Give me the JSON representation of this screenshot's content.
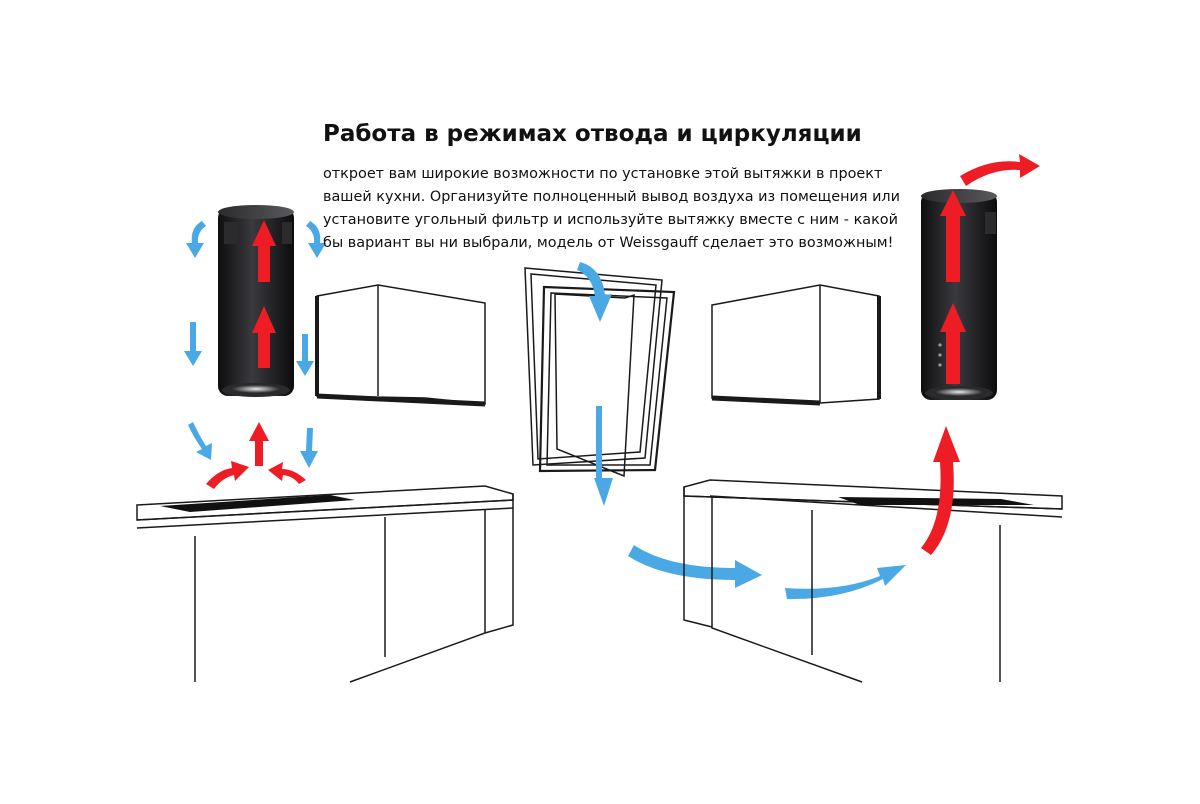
{
  "title": "Работа в режимах отвода и циркуляции",
  "description_lines": [
    "откроет вам широкие возможности по установке этой вытяжки в проект",
    "вашей кухни. Организуйте полноценный вывод воздуха из помещения или",
    "установите угольный фильтр и используйте вытяжку вместе с ним - какой",
    "бы вариант вы ни выбрали, модель от Weissgauff сделает это возможным!"
  ],
  "colors": {
    "hot_air": "#ee1c24",
    "cool_air": "#4aa8e4",
    "hood_body": "#1c1c1e",
    "outline": "#1a1a1a",
    "background": "#ffffff"
  }
}
